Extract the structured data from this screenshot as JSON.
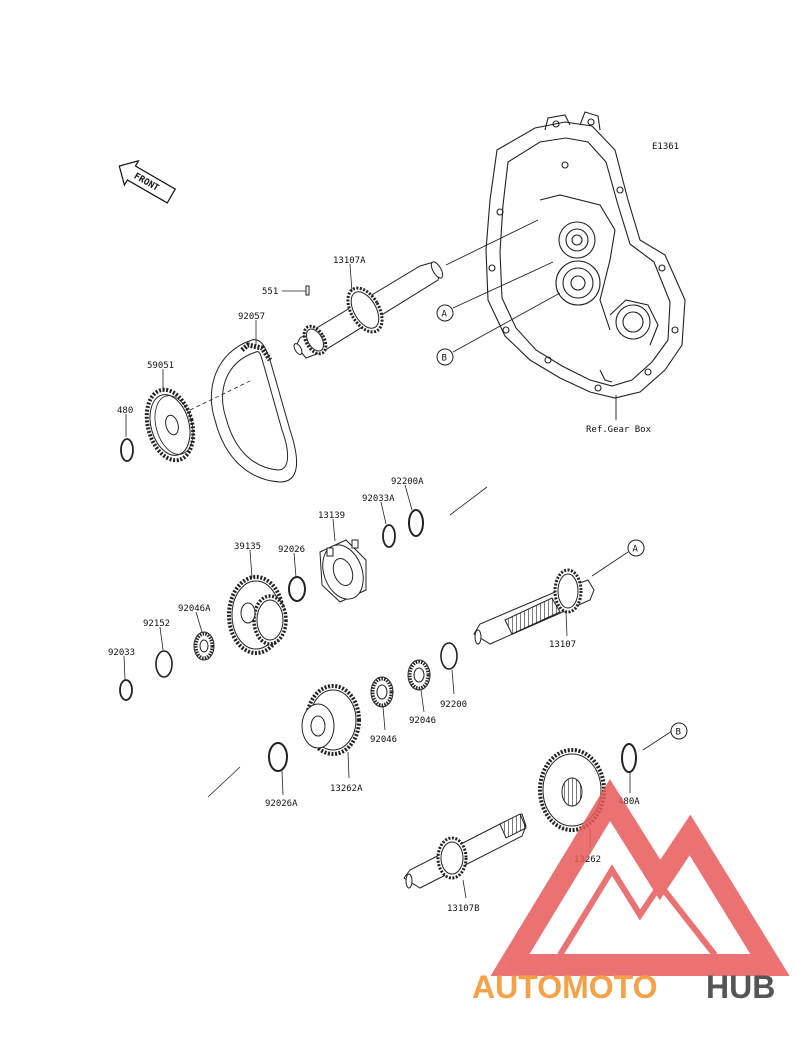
{
  "diagram": {
    "code": "E1361",
    "front_label": "FRONT",
    "ref_label": "Ref.Gear Box",
    "callouts": [
      {
        "id": "A",
        "text": "A"
      },
      {
        "id": "B",
        "text": "B"
      },
      {
        "id": "A2",
        "text": "A"
      },
      {
        "id": "B2",
        "text": "B"
      }
    ],
    "parts": [
      {
        "key": "p13107A",
        "text": "13107A"
      },
      {
        "key": "p551",
        "text": "551"
      },
      {
        "key": "p92057",
        "text": "92057"
      },
      {
        "key": "p59051",
        "text": "59051"
      },
      {
        "key": "p480",
        "text": "480"
      },
      {
        "key": "p92200A",
        "text": "92200A"
      },
      {
        "key": "p92033A",
        "text": "92033A"
      },
      {
        "key": "p13139",
        "text": "13139"
      },
      {
        "key": "p39135",
        "text": "39135"
      },
      {
        "key": "p92026",
        "text": "92026"
      },
      {
        "key": "p92046A",
        "text": "92046A"
      },
      {
        "key": "p92152",
        "text": "92152"
      },
      {
        "key": "p92033",
        "text": "92033"
      },
      {
        "key": "p13107",
        "text": "13107"
      },
      {
        "key": "p92200",
        "text": "92200"
      },
      {
        "key": "p92046a",
        "text": "92046"
      },
      {
        "key": "p92046b",
        "text": "92046"
      },
      {
        "key": "p13262A",
        "text": "13262A"
      },
      {
        "key": "p92026A",
        "text": "92026A"
      },
      {
        "key": "p480A",
        "text": "480A"
      },
      {
        "key": "p13262",
        "text": "13262"
      },
      {
        "key": "p13107B",
        "text": "13107B"
      }
    ]
  },
  "watermark": {
    "part1": "AUTOMOTO",
    "part2": "HUB",
    "color1": "#f4a14a",
    "color2": "#555555",
    "logo_color": "#e85a5a"
  }
}
